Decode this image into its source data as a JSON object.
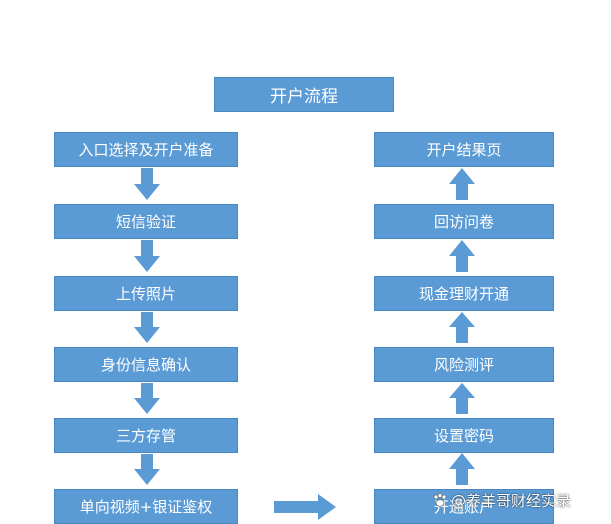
{
  "diagram": {
    "title": "开户流程",
    "left_steps": [
      "入口选择及开户准备",
      "短信验证",
      "上传照片",
      "身份信息确认",
      "三方存管",
      "单向视频+银证鉴权"
    ],
    "right_steps_bottom_to_top": [
      "开通账户",
      "设置密码",
      "风险测评",
      "现金理财开通",
      "回访问卷",
      "开户结果页"
    ],
    "box_color": "#5b9bd5",
    "arrow_color": "#5b9bd5",
    "text_color": "#ffffff"
  },
  "watermark": {
    "text": "@养羊哥财经实录",
    "icon": "paw-icon"
  }
}
